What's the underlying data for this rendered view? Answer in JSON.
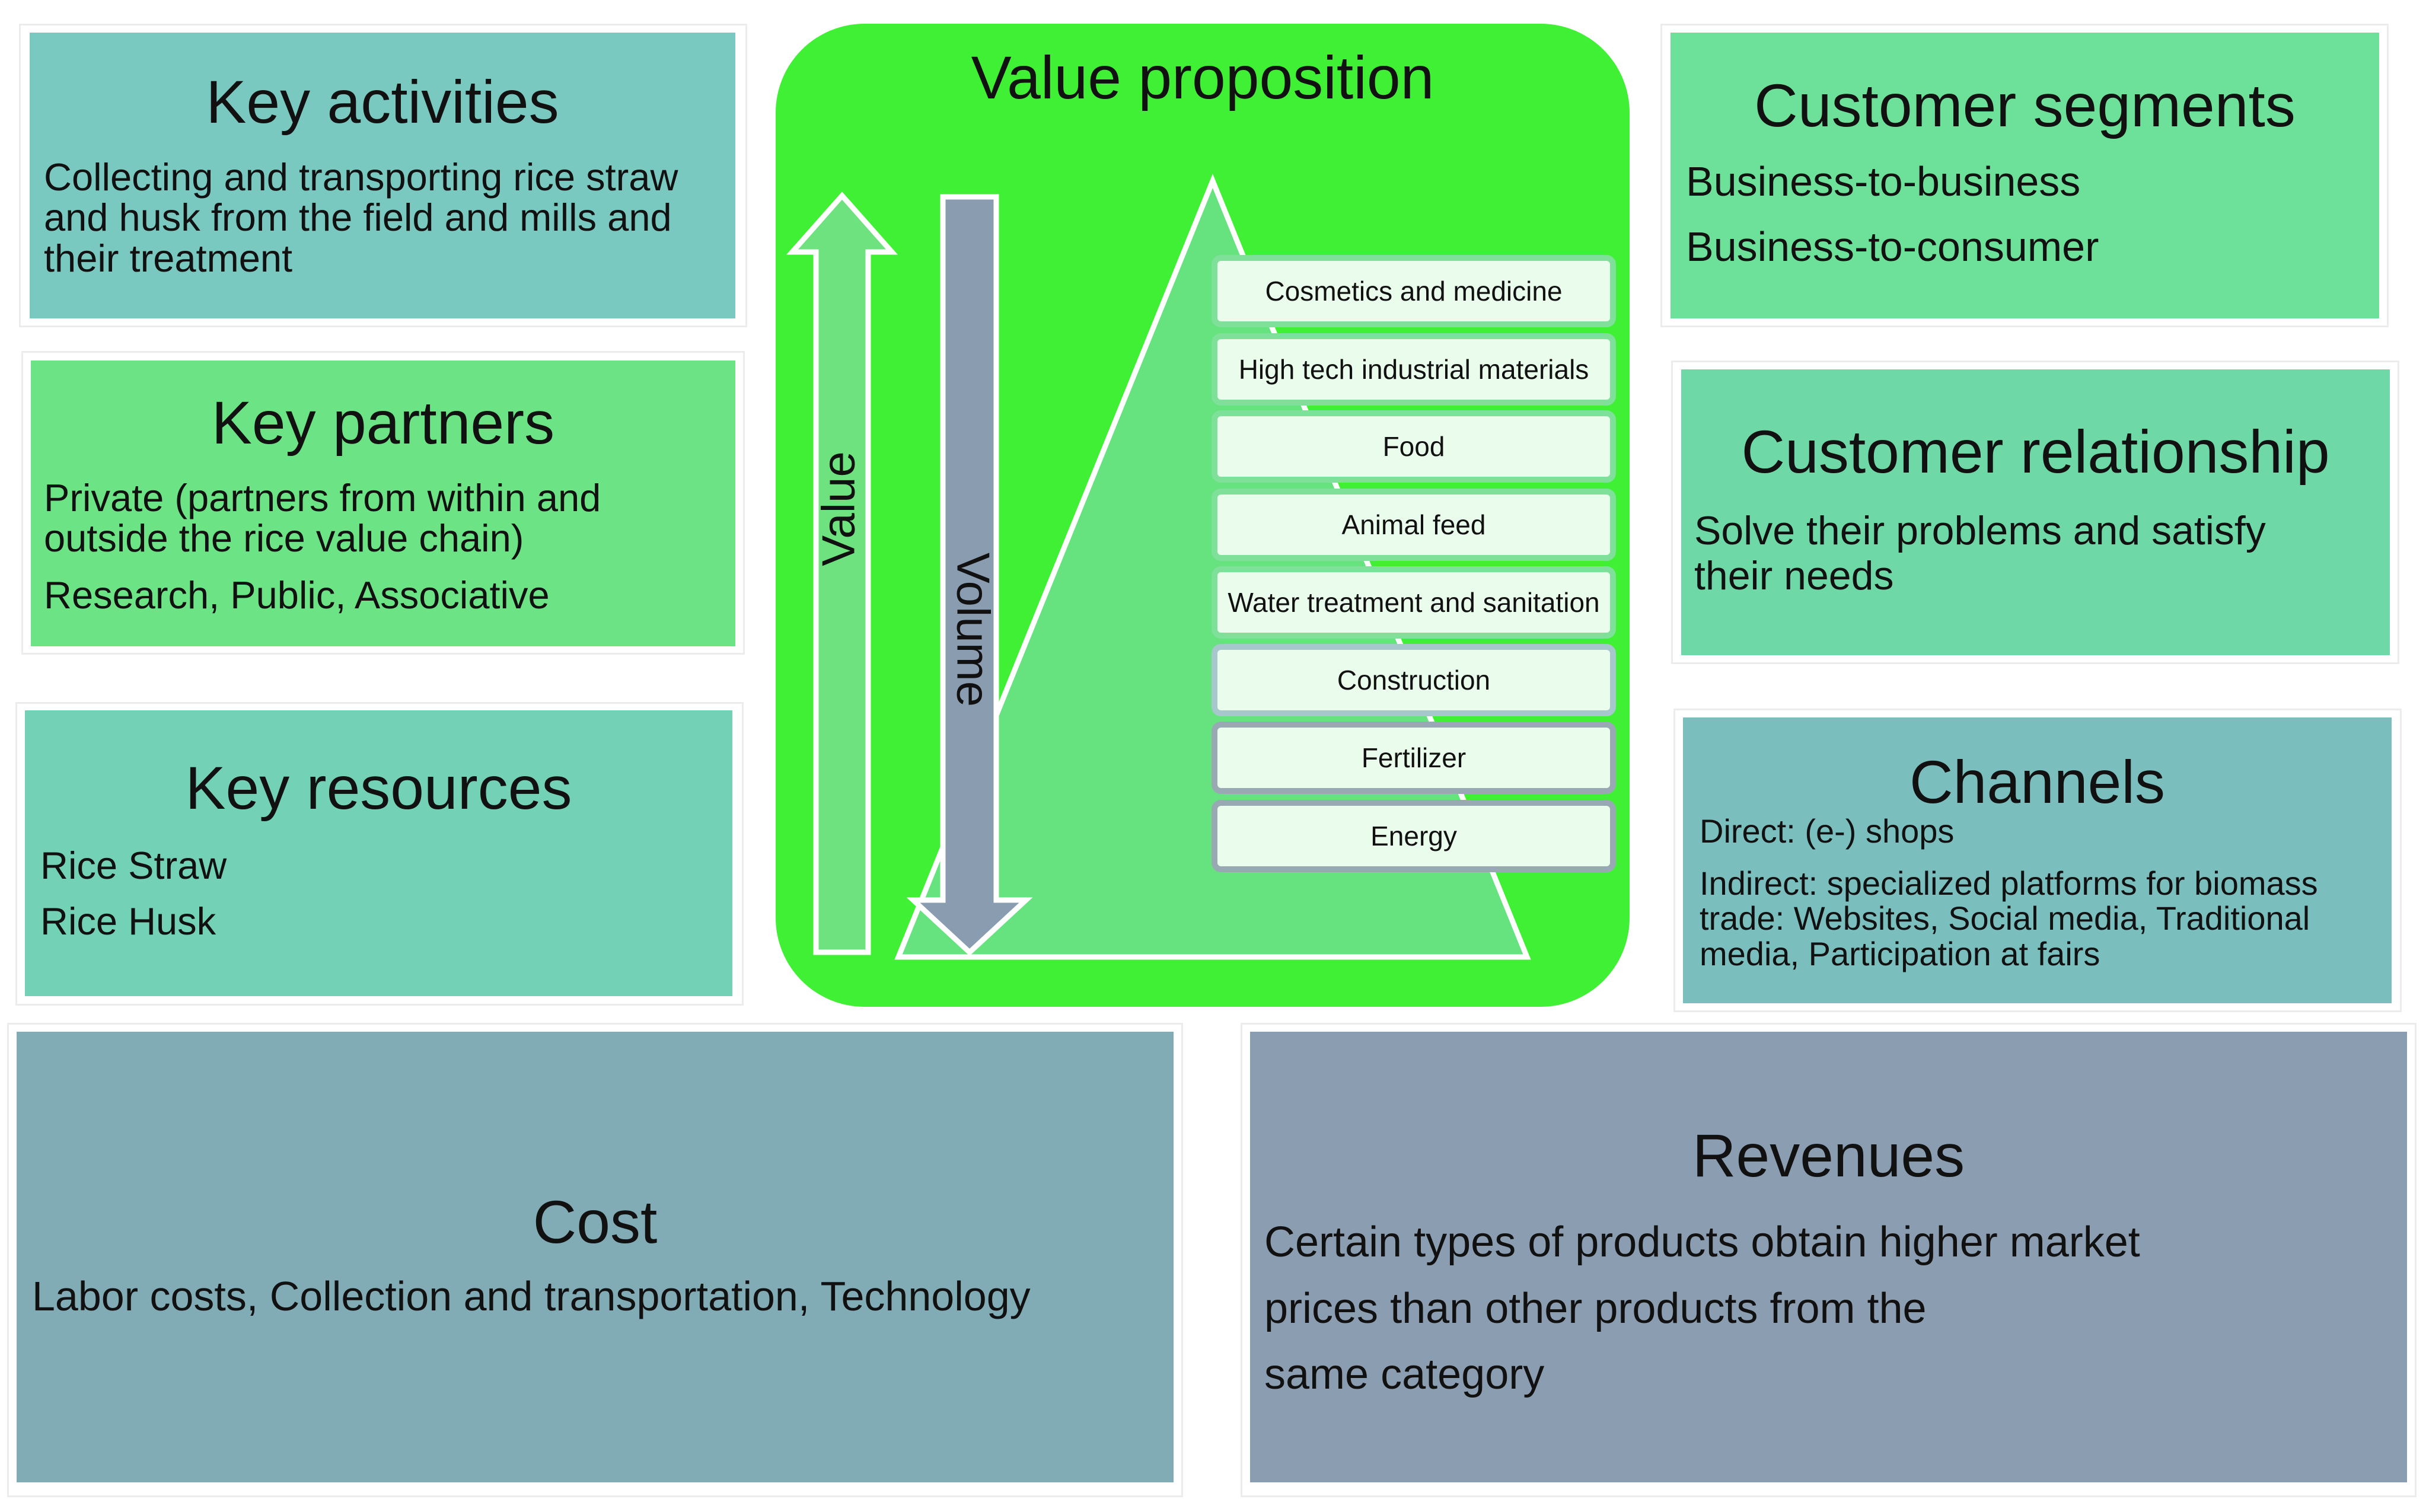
{
  "key_activities": {
    "title": "Key activities",
    "lines": [
      "Collecting and transporting rice straw",
      "and husk from the field and mills and",
      "their treatment"
    ]
  },
  "key_partners": {
    "title": "Key partners",
    "lines": [
      "Private (partners from within  and",
      "outside the rice value chain)"
    ],
    "extra": "Research, Public, Associative"
  },
  "key_resources": {
    "title": "Key resources",
    "items": [
      "Rice Straw",
      "Rice Husk"
    ]
  },
  "value_proposition": {
    "title": "Value proposition",
    "value_label": "Value",
    "volume_label": "Volume",
    "tiers": [
      "Cosmetics and medicine",
      "High tech industrial materials",
      "Food",
      "Animal feed",
      "Water treatment and sanitation",
      "Construction",
      "Fertilizer",
      "Energy"
    ]
  },
  "customer_segments": {
    "title": "Customer segments",
    "items": [
      "Business-to-business",
      "Business-to-consumer"
    ]
  },
  "customer_relationship": {
    "title": "Customer relationship",
    "lines": [
      "Solve their problems  and satisfy",
      "their needs"
    ]
  },
  "channels": {
    "title": "Channels",
    "direct": "Direct:  (e-) shops",
    "indirect_lines": [
      "Indirect: specialized platforms  for biomass",
      "trade:  Websites,  Social media,  Traditional",
      "media,  Participation at fairs"
    ]
  },
  "cost": {
    "title": "Cost",
    "text": "Labor costs, Collection and transportation, Technology"
  },
  "revenues": {
    "title": "Revenues",
    "lines": [
      "Certain types of products obtain higher  market",
      "prices than  other products  from the",
      "same category"
    ]
  },
  "colors": {
    "value_panel": "#40f034",
    "value_arrow": "#6ee27f",
    "volume_arrow": "#8a9cb0",
    "triangle": "#66e37f"
  }
}
